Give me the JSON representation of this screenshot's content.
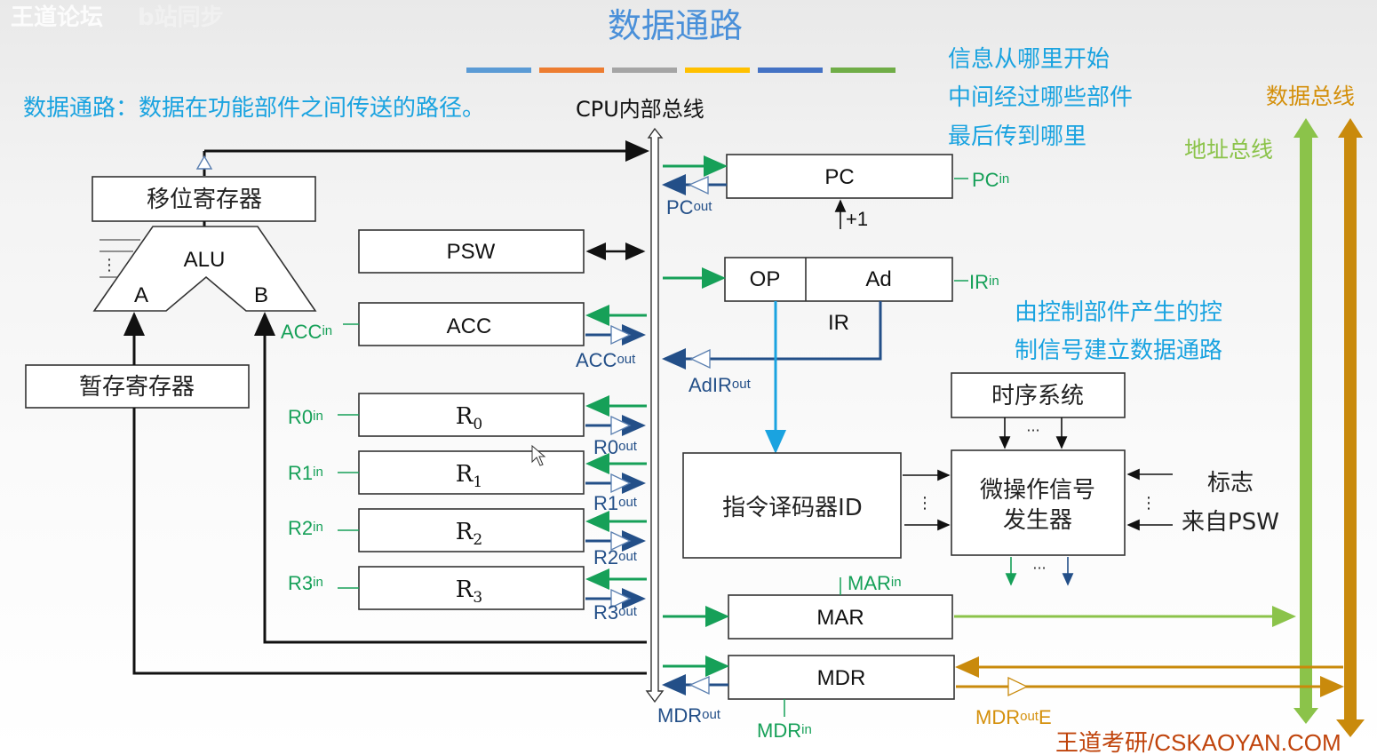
{
  "watermark": {
    "left": "王道论坛",
    "left2": "b站同步",
    "bottom_right": "王道考研/CSKAOYAN.COM"
  },
  "title": "数据通路",
  "title_bar_colors": [
    "#5b9bd5",
    "#ed7d31",
    "#a5a5a5",
    "#ffc000",
    "#4472c4",
    "#70ad47"
  ],
  "definition": "数据通路：数据在功能部件之间传送的路径。",
  "cpu_bus_label": "CPU内部总线",
  "notes": {
    "info_flow": [
      "信息从哪里开始",
      "中间经过哪些部件",
      "最后传到哪里"
    ],
    "control": [
      "由控制部件产生的控",
      "制信号建立数据通路"
    ]
  },
  "buses": {
    "data_bus": "数据总线",
    "address_bus": "地址总线"
  },
  "components": {
    "shift_reg": "移位寄存器",
    "alu": "ALU",
    "alu_a": "A",
    "alu_b": "B",
    "temp_reg": "暂存寄存器",
    "psw": "PSW",
    "acc": "ACC",
    "registers": [
      {
        "name": "R",
        "sub": "0"
      },
      {
        "name": "R",
        "sub": "1"
      },
      {
        "name": "R",
        "sub": "2"
      },
      {
        "name": "R",
        "sub": "3"
      }
    ],
    "pc": "PC",
    "pc_inc": "+1",
    "op": "OP",
    "ad": "Ad",
    "ir": "IR",
    "timing": "时序系统",
    "decoder": "指令译码器ID",
    "micro_op": [
      "微操作信号",
      "发生器"
    ],
    "flags": [
      "标志",
      "来自PSW"
    ],
    "mar": "MAR",
    "mdr": "MDR",
    "ellipsis_h": "···",
    "ellipsis_v": "⋮"
  },
  "signals": {
    "acc_in": {
      "base": "ACC",
      "sub": "in"
    },
    "acc_out": {
      "base": "ACC",
      "sub": "out"
    },
    "r_in": [
      {
        "base": "R0",
        "sub": "in"
      },
      {
        "base": "R1",
        "sub": "in"
      },
      {
        "base": "R2",
        "sub": "in"
      },
      {
        "base": "R3",
        "sub": "in"
      }
    ],
    "r_out": [
      {
        "base": "R0",
        "sub": "out"
      },
      {
        "base": "R1",
        "sub": "out"
      },
      {
        "base": "R2",
        "sub": "out"
      },
      {
        "base": "R3",
        "sub": "out"
      }
    ],
    "pc_in": {
      "base": "PC",
      "sub": "in"
    },
    "pc_out": {
      "base": "PC",
      "sub": "out"
    },
    "ir_in": {
      "base": "IR",
      "sub": "in"
    },
    "adir_out": {
      "base": "AdIR",
      "sub": "out"
    },
    "mar_in": {
      "base": "MAR",
      "sub": "in"
    },
    "mdr_in": {
      "base": "MDR",
      "sub": "in"
    },
    "mdr_out": {
      "base": "MDR",
      "sub": "out"
    },
    "mdr_oute": {
      "base": "MDR",
      "sub": "out",
      "suffix": "E"
    }
  },
  "colors": {
    "green": "#16a058",
    "navy": "#234f88",
    "cyan": "#1aa3e0",
    "address_bus": "#8bc34a",
    "data_bus": "#c98a0c",
    "title": "#4a90d9"
  }
}
